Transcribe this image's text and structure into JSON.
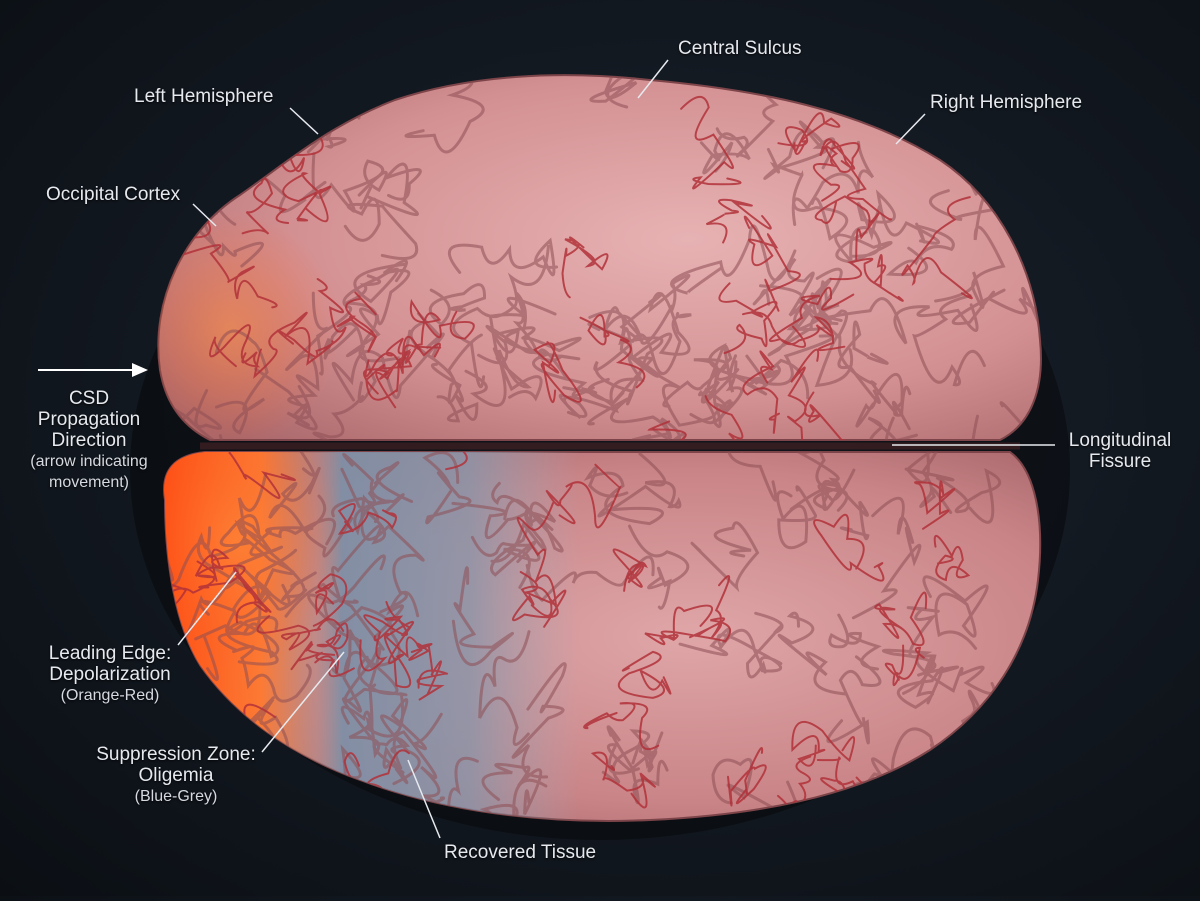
{
  "labels": {
    "central_sulcus": "Central Sulcus",
    "left_hemisphere": "Left Hemisphere",
    "right_hemisphere": "Right Hemisphere",
    "occipital_cortex": "Occipital Cortex",
    "csd": {
      "line1": "CSD",
      "line2": "Propagation",
      "line3": "Direction",
      "line4": "(arrow indicating",
      "line5": "movement)"
    },
    "longitudinal_fissure": {
      "line1": "Longitudinal",
      "line2": "Fissure"
    },
    "leading_edge": {
      "line1": "Leading Edge:",
      "line2": "Depolarization",
      "line3": "(Orange-Red)"
    },
    "suppression_zone": {
      "line1": "Suppression Zone:",
      "line2": "Oligemia",
      "line3": "(Blue-Grey)"
    },
    "recovered_tissue": "Recovered Tissue"
  },
  "colors": {
    "background": "#121820",
    "healthy_tissue": "#d99a9c",
    "depolarization": "#ff5a1f",
    "oligemia": "#8a98ad",
    "vessels": "#b2323a",
    "label_text": "#e6e9ee",
    "leader_line": "#e6e9ee"
  }
}
